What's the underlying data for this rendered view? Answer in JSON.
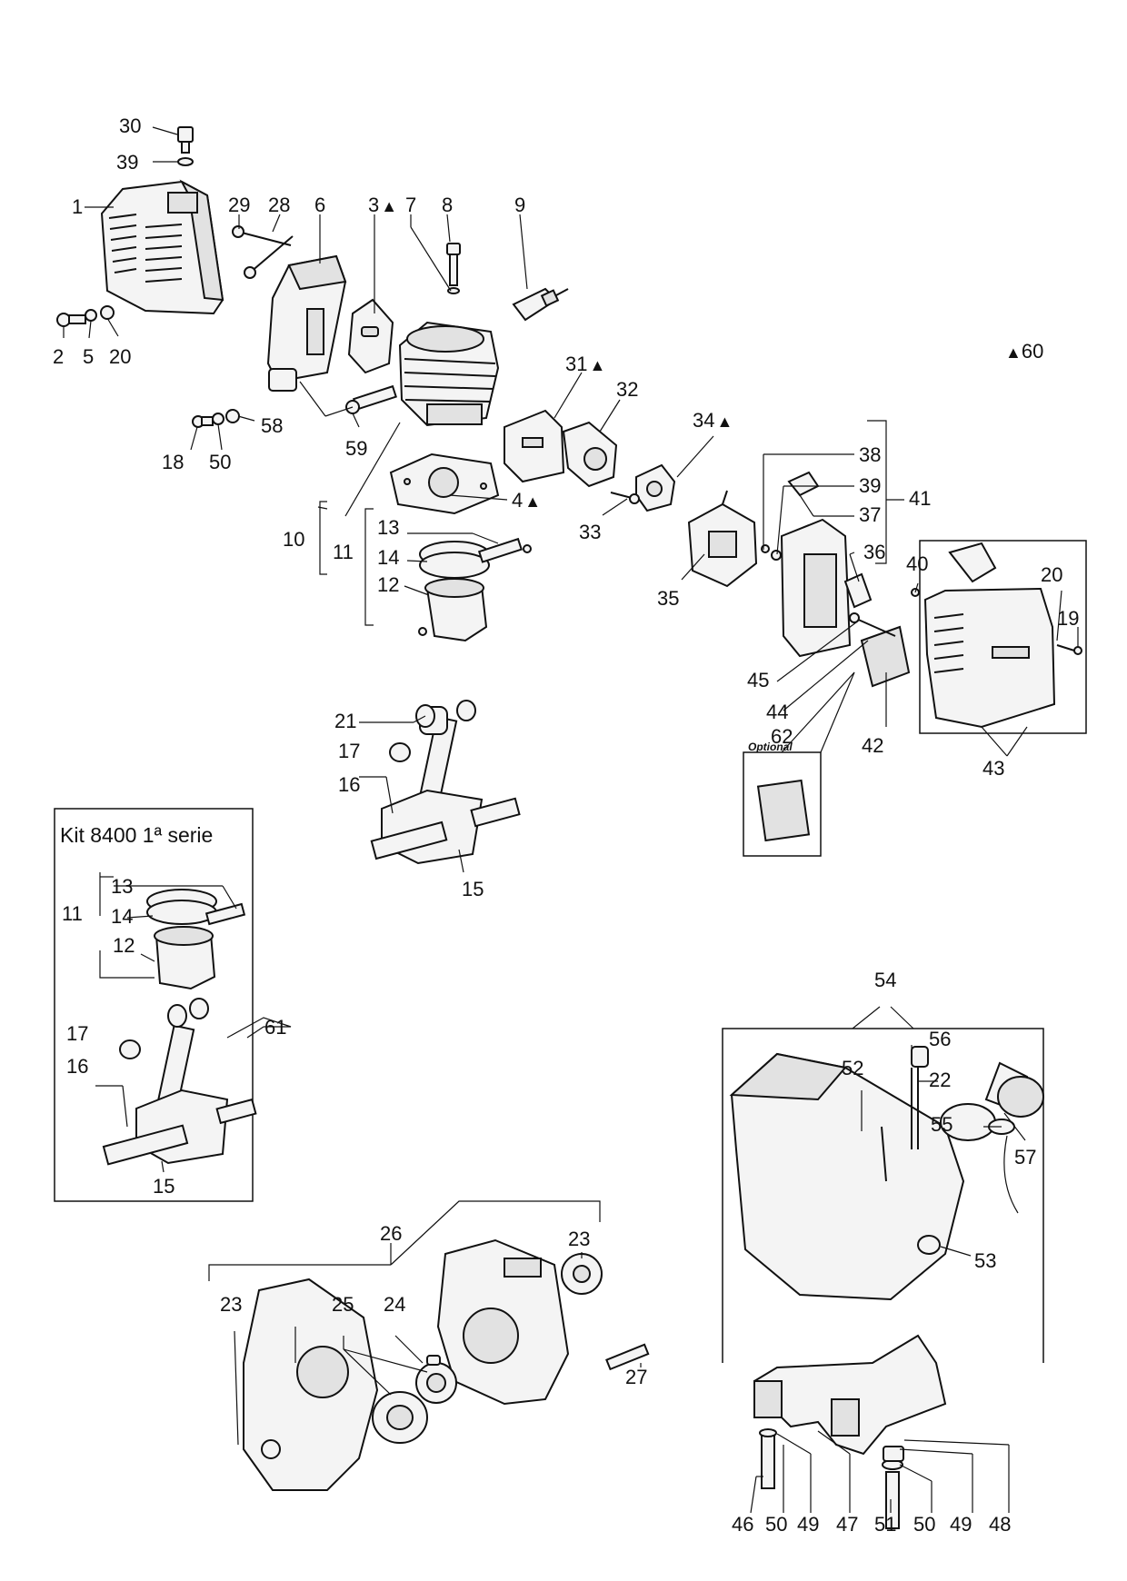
{
  "kit": {
    "title": "Kit 8400  1ª serie"
  },
  "optional_label": "Optional",
  "marker_symbol": "▲",
  "callouts": {
    "n30": "30",
    "n39a": "39",
    "n1": "1",
    "n29": "29",
    "n28": "28",
    "n6": "6",
    "n3": "3",
    "n7": "7",
    "n8": "8",
    "n9": "9",
    "n60": "60",
    "n2": "2",
    "n5": "5",
    "n20a": "20",
    "n18": "18",
    "n50a": "50",
    "n58": "58",
    "n59": "59",
    "n31": "31",
    "n32": "32",
    "n34": "34",
    "n4": "4",
    "n33": "33",
    "n38": "38",
    "n39b": "39",
    "n37": "37",
    "n41": "41",
    "n36": "36",
    "n35": "35",
    "n40": "40",
    "n20b": "20",
    "n19": "19",
    "n45": "45",
    "n44": "44",
    "n42": "42",
    "n43": "43",
    "n62": "62",
    "n10": "10",
    "n11a": "11",
    "n13a": "13",
    "n14a": "14",
    "n12a": "12",
    "n21": "21",
    "n17a": "17",
    "n16a": "16",
    "n15a": "15",
    "n13b": "13",
    "n11b": "11",
    "n14b": "14",
    "n12b": "12",
    "n17b": "17",
    "n16b": "16",
    "n15b": "15",
    "n61": "61",
    "n54": "54",
    "n56": "56",
    "n52": "52",
    "n22": "22",
    "n55": "55",
    "n57": "57",
    "n53": "53",
    "n26": "26",
    "n23a": "23",
    "n23b": "23",
    "n25": "25",
    "n24": "24",
    "n27": "27",
    "n46": "46",
    "n50b": "50",
    "n49a": "49",
    "n47": "47",
    "n51": "51",
    "n50c": "50",
    "n49b": "49",
    "n48": "48"
  }
}
